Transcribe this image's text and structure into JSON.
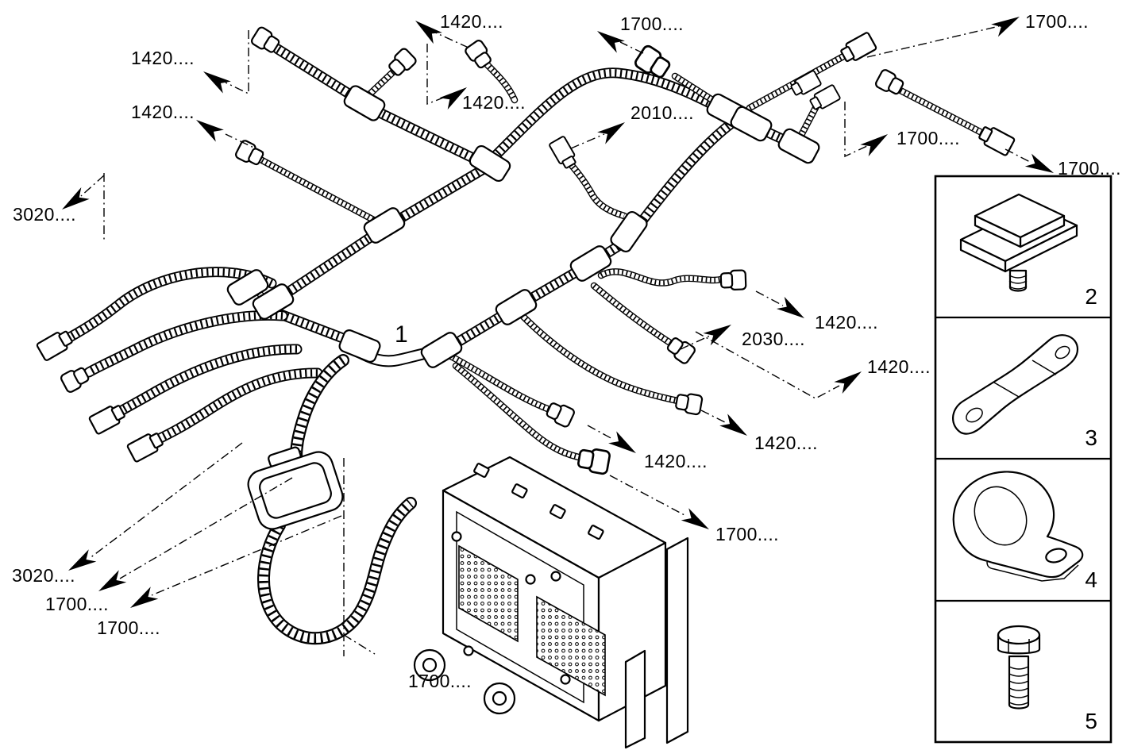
{
  "figure": {
    "type": "exploded-parts-diagram",
    "subject": "engine wiring harness with electronic control unit",
    "background_color": "#ffffff",
    "line_color": "#000000"
  },
  "callouts": {
    "item_1": "1",
    "c_1420_top_left_upper": "1420....",
    "c_1420_top_left_lower": "1420....",
    "c_1420_top_mid_upper": "1420....",
    "c_1420_top_mid_lower": "1420....",
    "c_1700_top_center": "1700....",
    "c_1700_top_right": "1700....",
    "c_2010_mid": "2010....",
    "c_1700_right_upper": "1700....",
    "c_1700_right_lower": "1700....",
    "c_1420_mid_a": "1420....",
    "c_2030_mid": "2030....",
    "c_1420_mid_b": "1420....",
    "c_1420_mid_c": "1420....",
    "c_1420_mid_d": "1420....",
    "c_1700_mid": "1700....",
    "c_3020_left": "3020....",
    "c_3020_bottom": "3020....",
    "c_1700_bottom_a": "1700....",
    "c_1700_bottom_b": "1700....",
    "c_1700_ecu": "1700...."
  },
  "panel": {
    "items": [
      {
        "number": "2",
        "part": "cable-clip"
      },
      {
        "number": "3",
        "part": "fixing-strap"
      },
      {
        "number": "4",
        "part": "p-clamp"
      },
      {
        "number": "5",
        "part": "hex-bolt"
      }
    ]
  }
}
